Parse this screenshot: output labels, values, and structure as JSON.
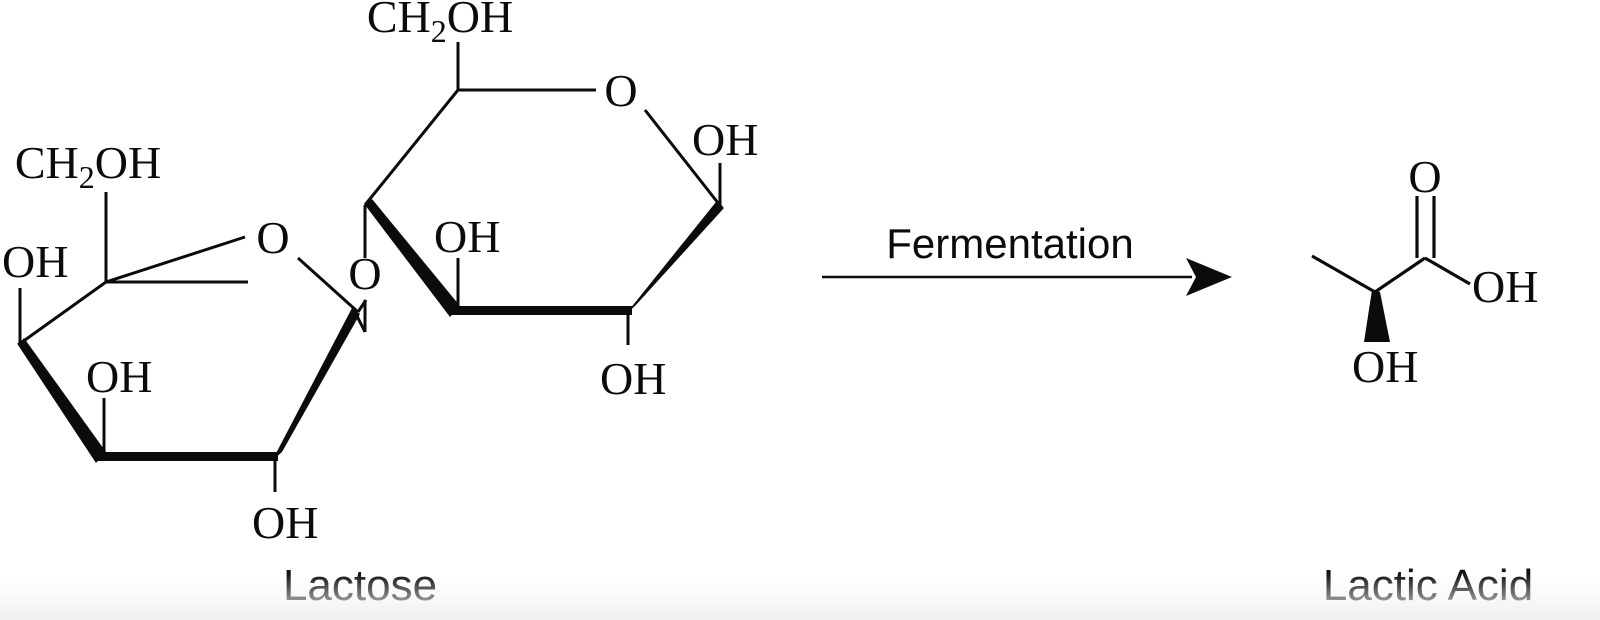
{
  "figure": {
    "type": "chemical-reaction-scheme",
    "description": "Lactose converted to Lactic Acid by fermentation",
    "background_color": "#ffffff",
    "ink_color": "#0b0b0b"
  },
  "reactant": {
    "name": "Lactose",
    "structure": "disaccharide Haworth projection, galactose beta-1,4 glucose",
    "left_ring": {
      "ring_oxygen": "O",
      "substituents": {
        "c6_hydroxymethyl": "CH",
        "c6_hydroxymethyl_sub": "2",
        "c6_hydroxymethyl_tail": "OH",
        "c4_hydroxyl": "OH",
        "c3_hydroxyl": "OH",
        "c2_hydroxyl": "OH"
      }
    },
    "glycosidic_oxygen": "O",
    "right_ring": {
      "ring_oxygen": "O",
      "substituents": {
        "c6_hydroxymethyl": "CH",
        "c6_hydroxymethyl_sub": "2",
        "c6_hydroxymethyl_tail": "OH",
        "c1_hydroxyl": "OH",
        "c2_hydroxyl": "OH",
        "c3_hydroxyl": "OH"
      }
    }
  },
  "arrow": {
    "condition_label": "Fermentation",
    "direction": "left-to-right"
  },
  "product": {
    "name": "Lactic Acid",
    "structure": "CH3-CH(OH)-COOH with stereocenter wedge",
    "labels": {
      "carbonyl_oxygen": "O",
      "carboxyl_hydroxyl": "OH",
      "alpha_hydroxyl": "OH"
    }
  }
}
